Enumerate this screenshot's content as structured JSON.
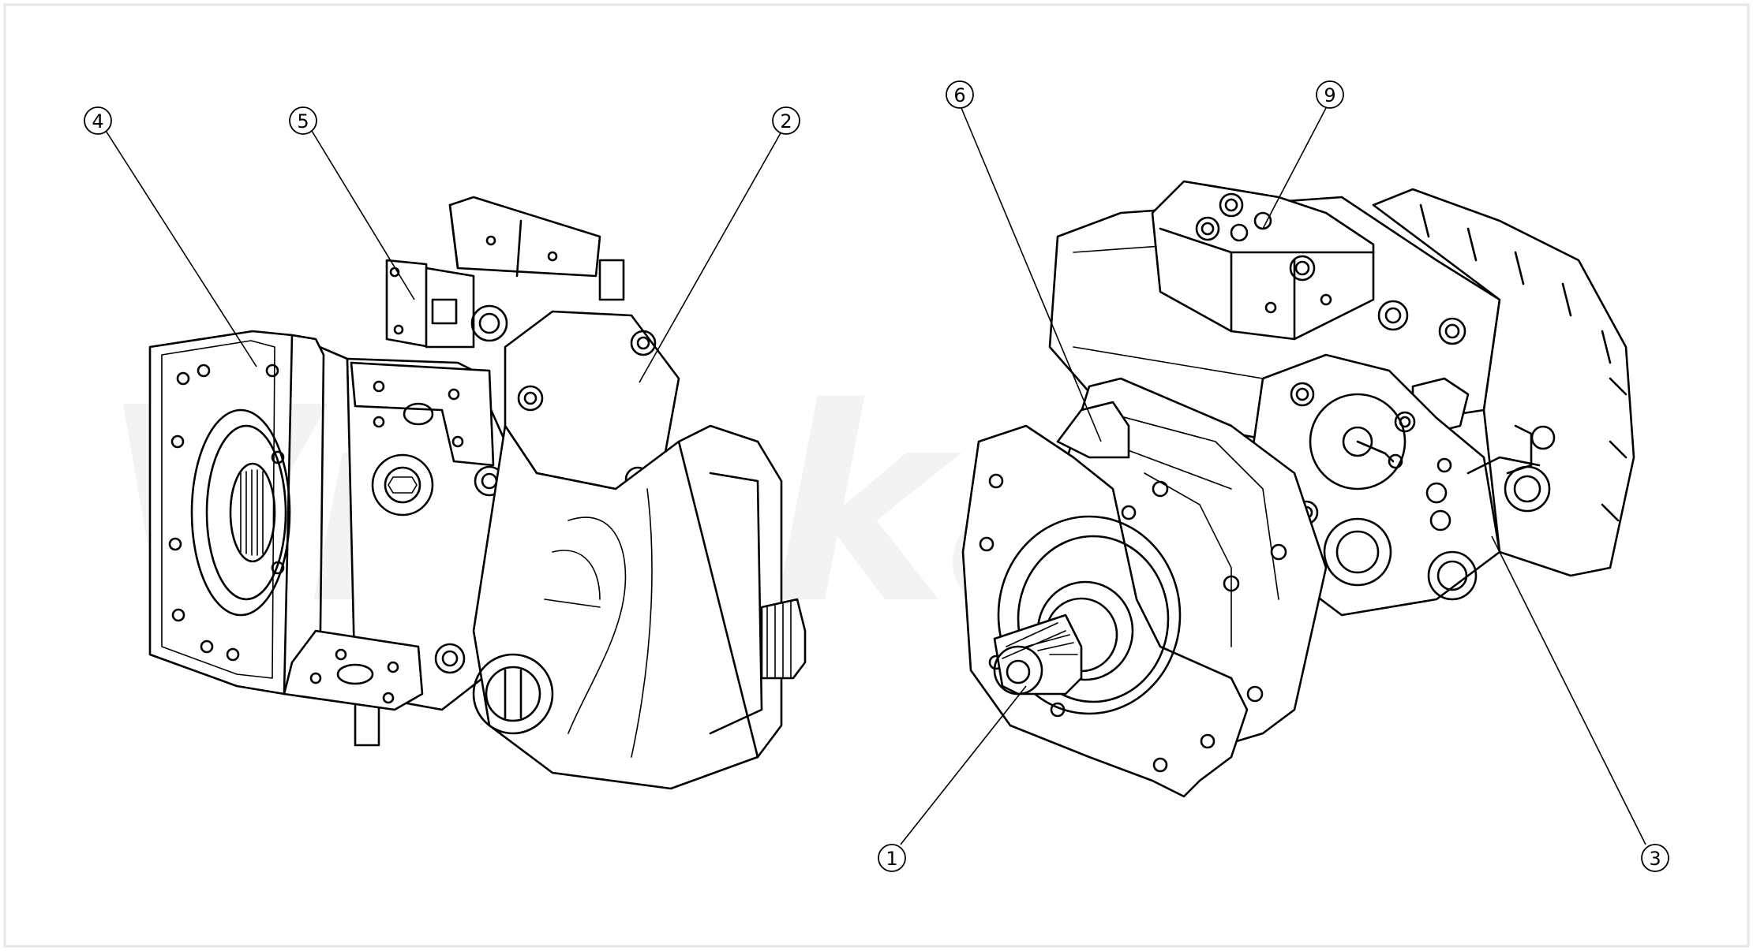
{
  "watermark": "Vinaka",
  "callouts": [
    {
      "id": "4",
      "label": "4"
    },
    {
      "id": "5",
      "label": "5"
    },
    {
      "id": "2",
      "label": "2"
    },
    {
      "id": "6",
      "label": "6"
    },
    {
      "id": "9",
      "label": "9"
    },
    {
      "id": "1",
      "label": "1"
    },
    {
      "id": "3",
      "label": "3"
    }
  ]
}
